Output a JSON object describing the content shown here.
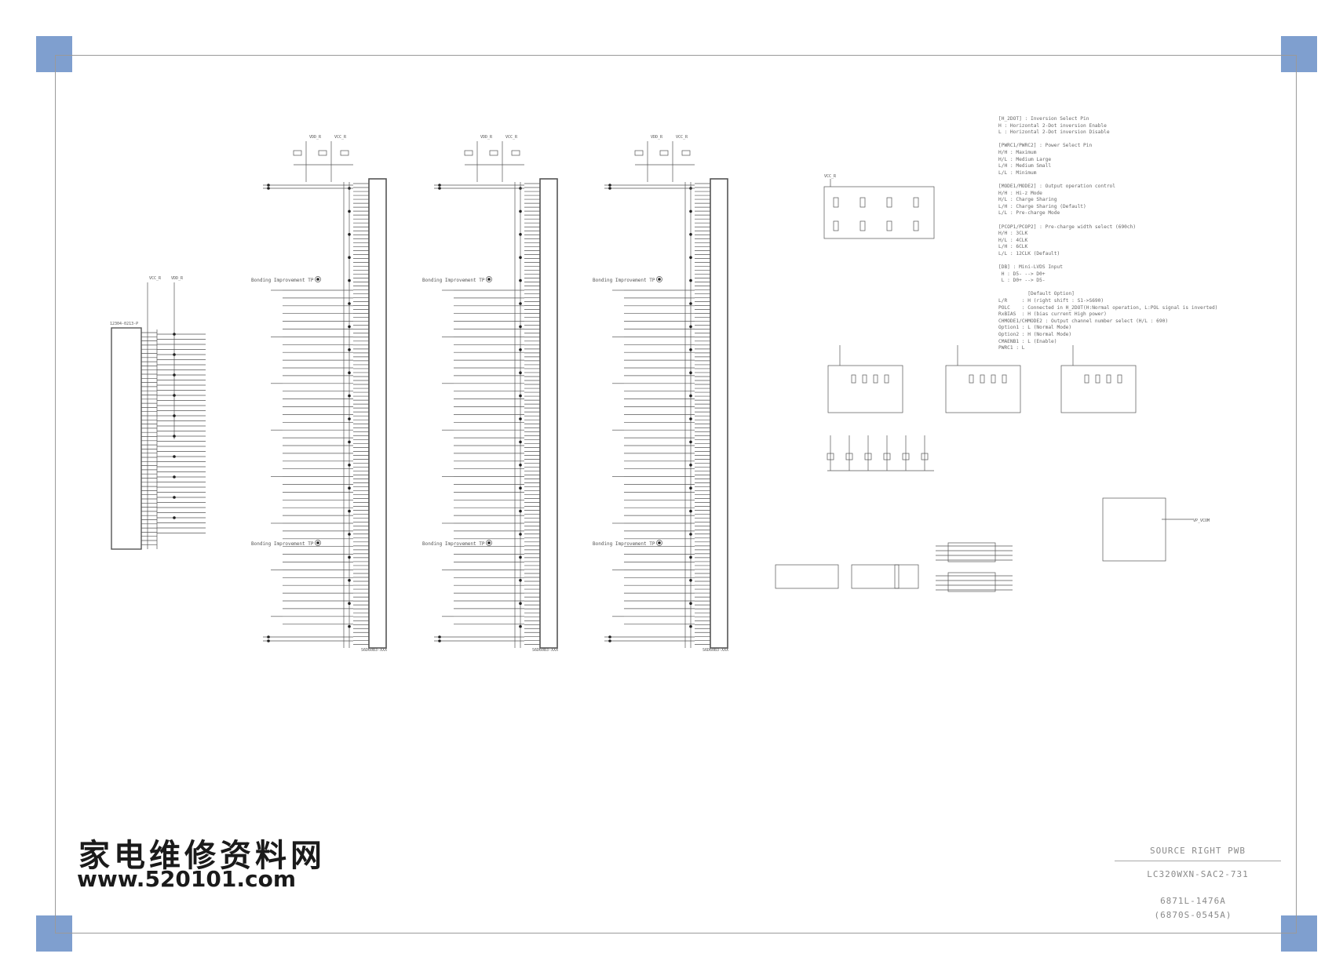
{
  "colors": {
    "corner": "#7f9fcf",
    "frame": "#9a9a9a",
    "wire": "#555555"
  },
  "watermark": {
    "chinese": "家电维修资料网",
    "url": "www.520101.com"
  },
  "title_block": {
    "board": "SOURCE RIGHT PWB",
    "model": "LC320WXN-SAC2-731",
    "part1": "6871L-1476A",
    "part2": "(6870S-0545A)"
  },
  "notes": [
    "[H_2DOT] : Inversion Select Pin",
    "H : Horizontal 2-Dot inversion Enable",
    "L : Horizontal 2-Dot inversion Disable",
    "",
    "[PWRC1/PWRC2] : Power Select Pin",
    "H/H : Maximum",
    "H/L : Medium Large",
    "L/H : Medium Small",
    "L/L : Minimum",
    "",
    "[MODE1/MODE2] : Output operation control",
    "H/H : Hi-z Mode",
    "H/L : Charge Sharing",
    "L/H : Charge Sharing (Default)",
    "L/L : Pre-charge Mode",
    "",
    "[PCOP1/PCOP2] : Pre-charge width select (690ch)",
    "H/H : 3CLK",
    "H/L : 4CLK",
    "L/H : 6CLK",
    "L/L : 12CLK (Default)",
    "",
    "[DB] : Mini-LVDS Input",
    " H : D5- --> D0+",
    " L : D0+ --> D5-",
    "",
    "          [Default Option]",
    "L/R     : H (right shift : S1->S690)",
    "POLC    : Connected in H_2DOT(H:Normal operation, L:POL signal is inverted)",
    "RxBIAS  : H (bias current High power)",
    "CHMODE1/CHMODE2 : Output channel number select (H/L : 690)",
    "Option1 : L (Normal Mode)",
    "Option2 : H (Normal Mode)",
    "CMAENB1 : L (Enable)",
    "PWRC1 : L"
  ],
  "labels": {
    "bonding": "Bonding Improvement TP",
    "connector": "12304-0213-P",
    "vdd": "VDD_R",
    "vcc": "VCC_R",
    "rx_vcom": "VP_VCOM",
    "ic_part": "S6D60B3-XXX"
  },
  "icons": {
    "corner": "square-block-icon"
  }
}
